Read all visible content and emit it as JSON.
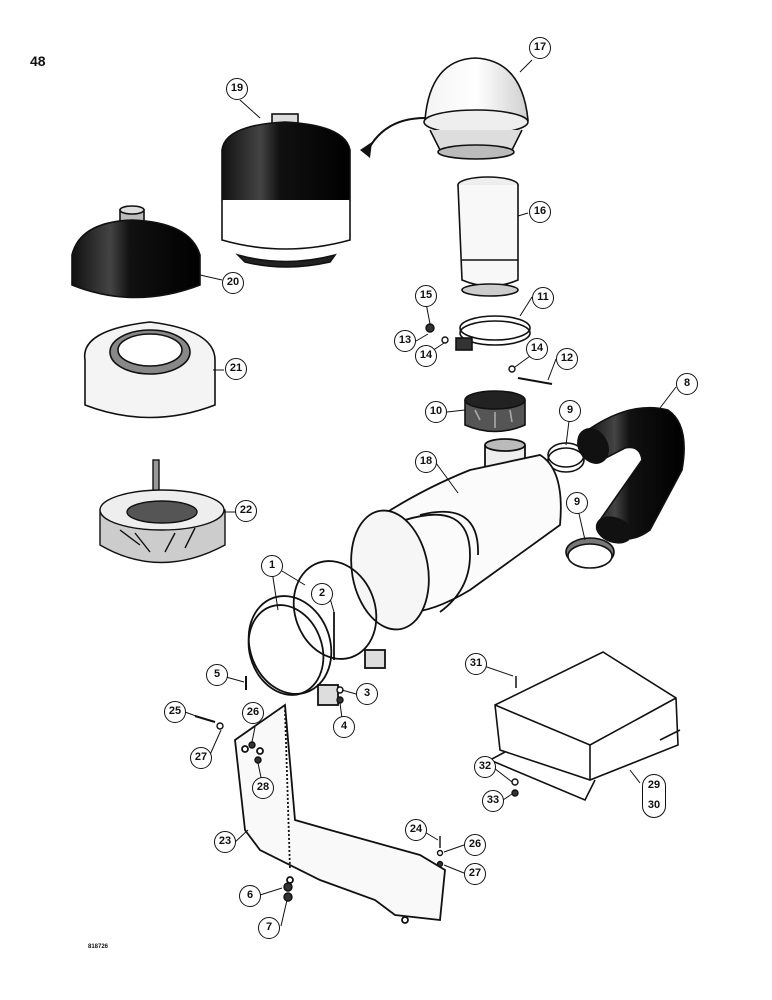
{
  "page_number": "48",
  "reference_code": "818726",
  "callouts": {
    "c1": "1",
    "c2": "2",
    "c3": "3",
    "c4": "4",
    "c5": "5",
    "c6": "6",
    "c7": "7",
    "c8": "8",
    "c9a": "9",
    "c9b": "9",
    "c10": "10",
    "c11": "11",
    "c12": "12",
    "c13": "13",
    "c14a": "14",
    "c14b": "14",
    "c15": "15",
    "c16": "16",
    "c17": "17",
    "c18": "18",
    "c19": "19",
    "c20": "20",
    "c21": "21",
    "c22": "22",
    "c23": "23",
    "c24": "24",
    "c25": "25",
    "c26a": "26",
    "c26b": "26",
    "c27a": "27",
    "c27b": "27",
    "c28": "28",
    "c29": "29",
    "c30": "30",
    "c31": "31",
    "c32": "32",
    "c33": "33"
  }
}
